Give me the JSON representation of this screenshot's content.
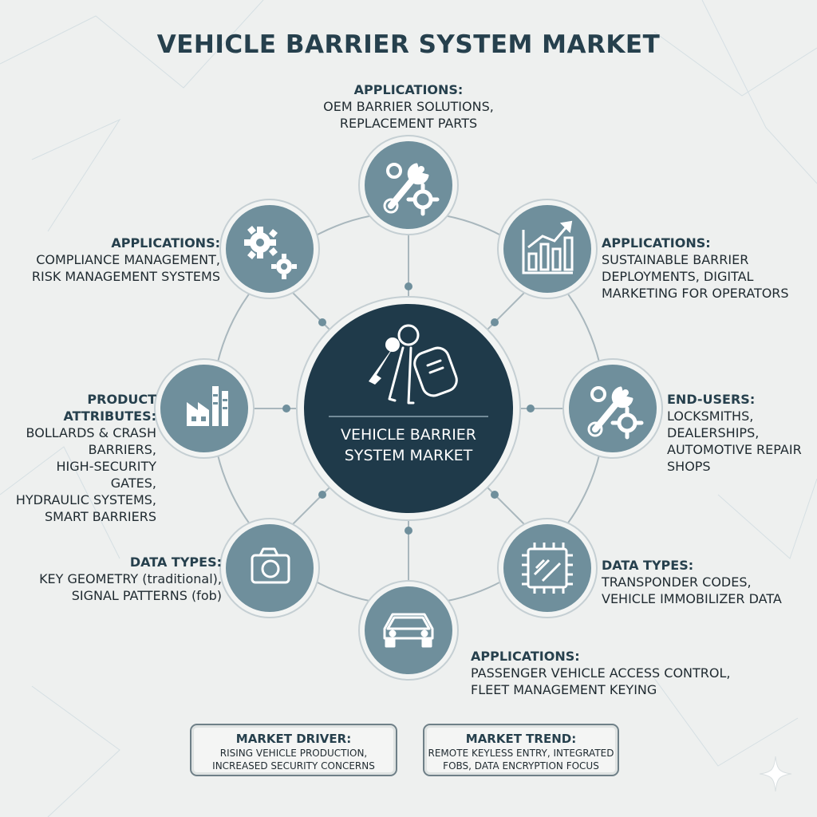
{
  "title": "VEHICLE BARRIER SYSTEM MARKET",
  "center": {
    "label": "VEHICLE BARRIER\nSYSTEM MARKET",
    "icon": "key-fob-icon"
  },
  "nodes": [
    {
      "id": "top",
      "icon": "wrench-gear-icon",
      "heading": "APPLICATIONS:",
      "text": "OEM BARRIER SOLUTIONS,\nREPLACEMENT PARTS"
    },
    {
      "id": "top-right",
      "icon": "bar-chart-icon",
      "heading": "APPLICATIONS:",
      "text": "SUSTAINABLE BARRIER\nDEPLOYMENTS, DIGITAL\nMARKETING FOR OPERATORS"
    },
    {
      "id": "right",
      "icon": "wrench-gear-icon",
      "heading": "END-USERS:",
      "text": "LOCKSMITHS,\nDEALERSHIPS,\nAUTOMOTIVE REPAIR\nSHOPS"
    },
    {
      "id": "bottom-right",
      "icon": "chip-icon",
      "heading": "DATA TYPES:",
      "text": "TRANSPONDER CODES,\nVEHICLE IMMOBILIZER DATA"
    },
    {
      "id": "bottom",
      "icon": "car-icon",
      "heading": "APPLICATIONS:",
      "text": "PASSENGER VEHICLE ACCESS CONTROL,\nFLEET MANAGEMENT KEYING"
    },
    {
      "id": "bottom-left",
      "icon": "camera-icon",
      "heading": "DATA TYPES:",
      "text": "KEY GEOMETRY (traditional),\nSIGNAL PATTERNS (fob)"
    },
    {
      "id": "left",
      "icon": "factory-icon",
      "heading": "PRODUCT ATTRIBUTES:",
      "text": "BOLLARDS & CRASH\nBARRIERS,\nHIGH-SECURITY GATES,\nHYDRAULIC SYSTEMS,\nSMART BARRIERS"
    },
    {
      "id": "top-left",
      "icon": "gears-icon",
      "heading": "APPLICATIONS:",
      "text": "COMPLIANCE MANAGEMENT,\nRISK MANAGEMENT SYSTEMS"
    }
  ],
  "boxes": [
    {
      "id": "driver",
      "heading": "MARKET DRIVER:",
      "text": "RISING VEHICLE PRODUCTION,\nINCREASED SECURITY CONCERNS"
    },
    {
      "id": "trend",
      "heading": "MARKET TREND:",
      "text": "REMOTE KEYLESS ENTRY, INTEGRATED\nFOBS, DATA ENCRYPTION FOCUS"
    }
  ],
  "colors": {
    "node": "#6f8f9c",
    "center": "#1f3a4a",
    "ring": "#a9b7bd",
    "title": "#26404d"
  }
}
